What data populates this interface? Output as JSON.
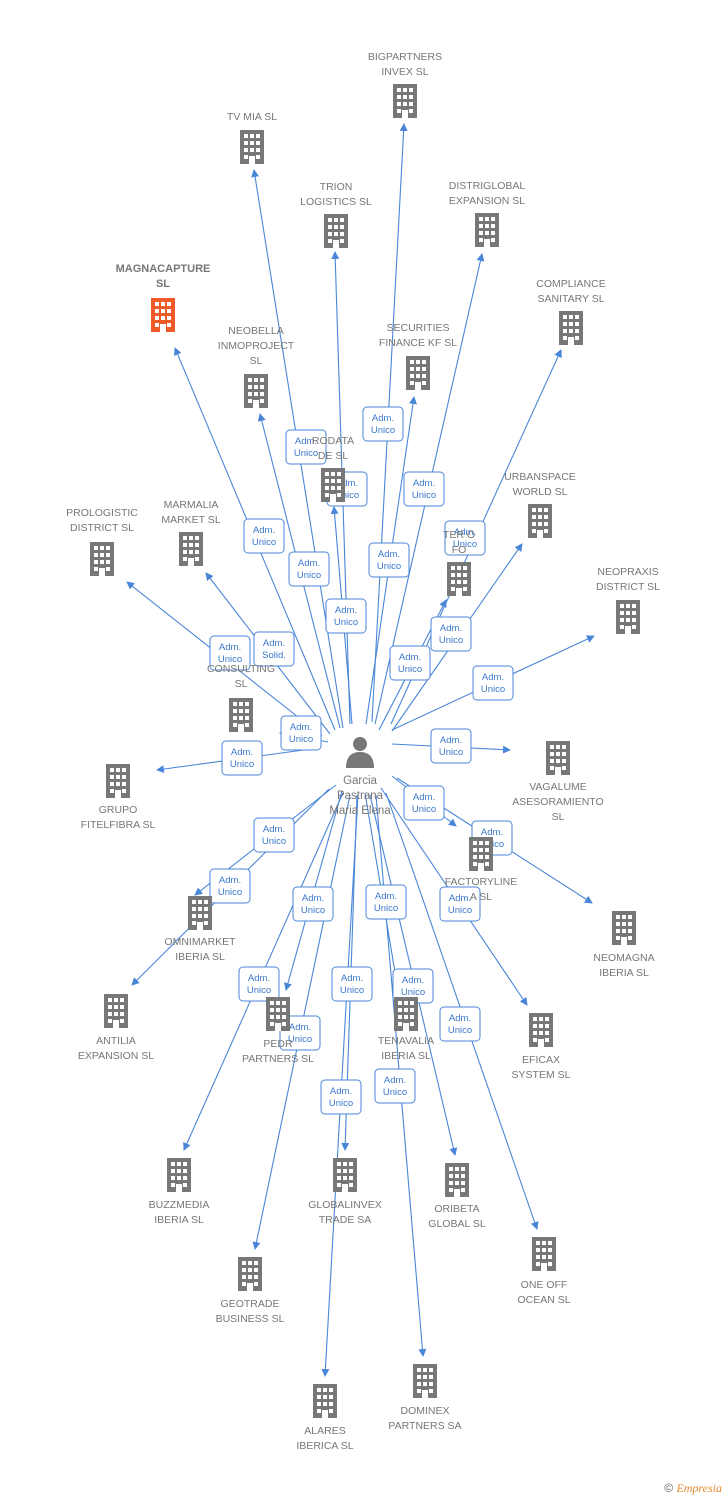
{
  "center": {
    "lines": [
      "Garcia",
      "Pastrana",
      "Maria Elena"
    ]
  },
  "colors": {
    "edge": "#4a86d8",
    "building": "#777777",
    "highlight": "#f05a28"
  },
  "nodes": [
    {
      "id": "bigpartners",
      "lines": [
        "BIGPARTNERS",
        "INVEX  SL"
      ]
    },
    {
      "id": "tvmia",
      "lines": [
        "TV MIA  SL"
      ]
    },
    {
      "id": "trion",
      "lines": [
        "TRION",
        "LOGISTICS  SL"
      ]
    },
    {
      "id": "distriglobal",
      "lines": [
        "DISTRIGLOBAL",
        "EXPANSION  SL"
      ]
    },
    {
      "id": "magnacapture",
      "lines": [
        "MAGNACAPTURE",
        "SL"
      ],
      "highlight": true
    },
    {
      "id": "compliance",
      "lines": [
        "COMPLIANCE",
        "SANITARY  SL"
      ]
    },
    {
      "id": "neobella",
      "lines": [
        "NEOBELLA",
        "INMOPROJECT",
        "SL"
      ]
    },
    {
      "id": "securities",
      "lines": [
        "SECURITIES",
        "FINANCE KF  SL"
      ]
    },
    {
      "id": "rodata",
      "lines": [
        "RODATA",
        "DE  SL"
      ]
    },
    {
      "id": "urbanspace",
      "lines": [
        "URBANSPACE",
        "WORLD  SL"
      ]
    },
    {
      "id": "prologistic",
      "lines": [
        "PROLOGISTIC",
        "DISTRICT  SL"
      ]
    },
    {
      "id": "marmalia",
      "lines": [
        "MARMALIA",
        "MARKET  SL"
      ]
    },
    {
      "id": "ter",
      "lines": [
        "TER      O",
        "FO"
      ]
    },
    {
      "id": "neopraxis",
      "lines": [
        "NEOPRAXIS",
        "DISTRICT  SL"
      ]
    },
    {
      "id": "consulting",
      "lines": [
        "CONSULTING",
        "SL"
      ]
    },
    {
      "id": "grupofitelfibra",
      "lines": [
        "GRUPO",
        "FITELFIBRA  SL"
      ]
    },
    {
      "id": "vagalume",
      "lines": [
        "VAGALUME",
        "ASESORAMIENTO",
        "SL"
      ]
    },
    {
      "id": "factoryline",
      "lines": [
        "FACTORYLINE",
        "A  SL"
      ]
    },
    {
      "id": "neomagna",
      "lines": [
        "NEOMAGNA",
        "IBERIA  SL"
      ]
    },
    {
      "id": "omnimarket",
      "lines": [
        "OMNIMARKET",
        "IBERIA  SL"
      ]
    },
    {
      "id": "antilia",
      "lines": [
        "ANTILIA",
        "EXPANSION  SL"
      ]
    },
    {
      "id": "pedr",
      "lines": [
        "PEDR",
        "PARTNERS  SL"
      ]
    },
    {
      "id": "tenavalia",
      "lines": [
        "TENAVALIA",
        "IBERIA  SL"
      ]
    },
    {
      "id": "eficax",
      "lines": [
        "EFICAX",
        "SYSTEM SL"
      ]
    },
    {
      "id": "buzzmedia",
      "lines": [
        "BUZZMEDIA",
        "IBERIA  SL"
      ]
    },
    {
      "id": "globalinvex",
      "lines": [
        "GLOBALINVEX",
        "TRADE SA"
      ]
    },
    {
      "id": "oribeta",
      "lines": [
        "ORIBETA",
        "GLOBAL  SL"
      ]
    },
    {
      "id": "oneoff",
      "lines": [
        "ONE OFF",
        "OCEAN  SL"
      ]
    },
    {
      "id": "geotrade",
      "lines": [
        "GEOTRADE",
        "BUSINESS  SL"
      ]
    },
    {
      "id": "dominex",
      "lines": [
        "DOMINEX",
        "PARTNERS SA"
      ]
    },
    {
      "id": "alares",
      "lines": [
        "ALARES",
        "IBERICA  SL"
      ]
    }
  ],
  "edges": [
    {
      "to": "bigpartners",
      "role": [
        "Adm.",
        "Unico"
      ]
    },
    {
      "to": "tvmia",
      "role": [
        "Adm.",
        "Unico"
      ]
    },
    {
      "to": "trion",
      "role": [
        "Adm.",
        "Unico"
      ]
    },
    {
      "to": "distriglobal",
      "role": [
        "Adm.",
        "Unico"
      ]
    },
    {
      "to": "magnacapture",
      "role": [
        "Adm.",
        "Unico"
      ]
    },
    {
      "to": "compliance",
      "role": [
        "Adm.",
        "Unico"
      ]
    },
    {
      "to": "neobella",
      "role": [
        "Adm.",
        "Unico"
      ]
    },
    {
      "to": "securities",
      "role": [
        "Adm.",
        "Unico"
      ]
    },
    {
      "to": "rodata",
      "role": [
        "Adm.",
        "Unico"
      ]
    },
    {
      "to": "urbanspace",
      "role": [
        "Adm.",
        "Unico"
      ]
    },
    {
      "to": "prologistic",
      "role": [
        "Adm.",
        "Unico"
      ]
    },
    {
      "to": "marmalia",
      "role": [
        "Adm.",
        "Solid."
      ]
    },
    {
      "to": "ter",
      "role": [
        "Adm.",
        "Unico"
      ]
    },
    {
      "to": "neopraxis",
      "role": [
        "Adm.",
        "Unico"
      ]
    },
    {
      "to": "consulting",
      "role": [
        "Adm.",
        "Unico"
      ]
    },
    {
      "to": "grupofitelfibra",
      "role": [
        "Adm.",
        "Unico"
      ]
    },
    {
      "to": "vagalume",
      "role": [
        "Adm.",
        "Unico"
      ]
    },
    {
      "to": "factoryline",
      "role": [
        "Adm.",
        "Unico"
      ]
    },
    {
      "to": "neomagna",
      "role": [
        "Adm.",
        "Unico"
      ]
    },
    {
      "to": "omnimarket",
      "role": [
        "Adm.",
        "Unico"
      ]
    },
    {
      "to": "antilia",
      "role": [
        "Adm.",
        "Unico"
      ]
    },
    {
      "to": "pedr",
      "role": [
        "Adm.",
        "Unico"
      ]
    },
    {
      "to": "tenavalia",
      "role": [
        "Adm.",
        "Unico"
      ]
    },
    {
      "to": "eficax",
      "role": [
        "Adm.",
        "Unico"
      ]
    },
    {
      "to": "buzzmedia",
      "role": [
        "Adm.",
        "Unico"
      ]
    },
    {
      "to": "globalinvex",
      "role": [
        "Adm.",
        "Unico"
      ]
    },
    {
      "to": "oribeta",
      "role": [
        "Adm.",
        "Unico"
      ]
    },
    {
      "to": "oneoff",
      "role": [
        "Adm.",
        "Unico"
      ]
    },
    {
      "to": "geotrade",
      "role": [
        "Adm.",
        "Unico"
      ]
    },
    {
      "to": "dominex",
      "role": [
        "Adm.",
        "Unico"
      ]
    },
    {
      "to": "alares",
      "role": [
        "Adm.",
        "Unico"
      ]
    }
  ],
  "footer": {
    "copyright": "©",
    "brand": "Empresia"
  }
}
